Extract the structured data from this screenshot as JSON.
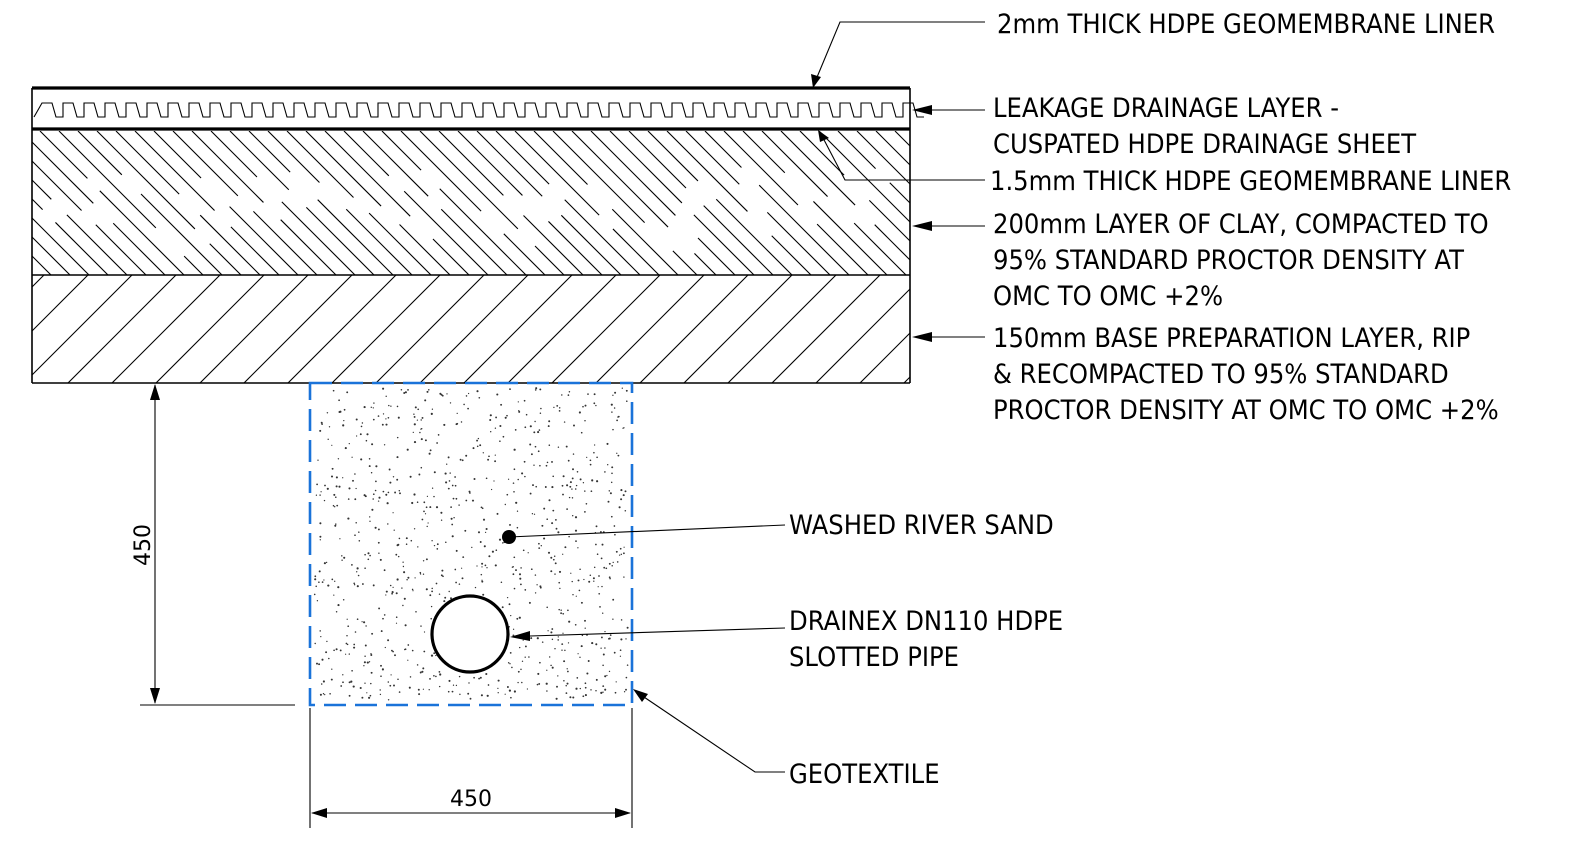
{
  "labels": {
    "liner_2mm": "2mm THICK HDPE GEOMEMBRANE LINER",
    "drainage_line1": "LEAKAGE DRAINAGE LAYER -",
    "drainage_line2": "CUSPATED HDPE DRAINAGE SHEET",
    "liner_15mm": "1.5mm THICK HDPE GEOMEMBRANE LINER",
    "clay_line1": "200mm LAYER OF CLAY, COMPACTED TO",
    "clay_line2": "95% STANDARD PROCTOR DENSITY AT",
    "clay_line3": "OMC TO OMC +2%",
    "base_line1": "150mm BASE PREPARATION LAYER, RIP",
    "base_line2": "& RECOMPACTED TO 95% STANDARD",
    "base_line3": "PROCTOR DENSITY AT OMC TO OMC +2%",
    "sand": "WASHED RIVER SAND",
    "pipe_line1": "DRAINEX DN110 HDPE",
    "pipe_line2": "SLOTTED PIPE",
    "geotextile": "GEOTEXTILE"
  },
  "dimensions": {
    "trench_depth": "450",
    "trench_width": "450"
  },
  "colors": {
    "geotextile_line": "#1a73d9",
    "linework": "#000000"
  }
}
